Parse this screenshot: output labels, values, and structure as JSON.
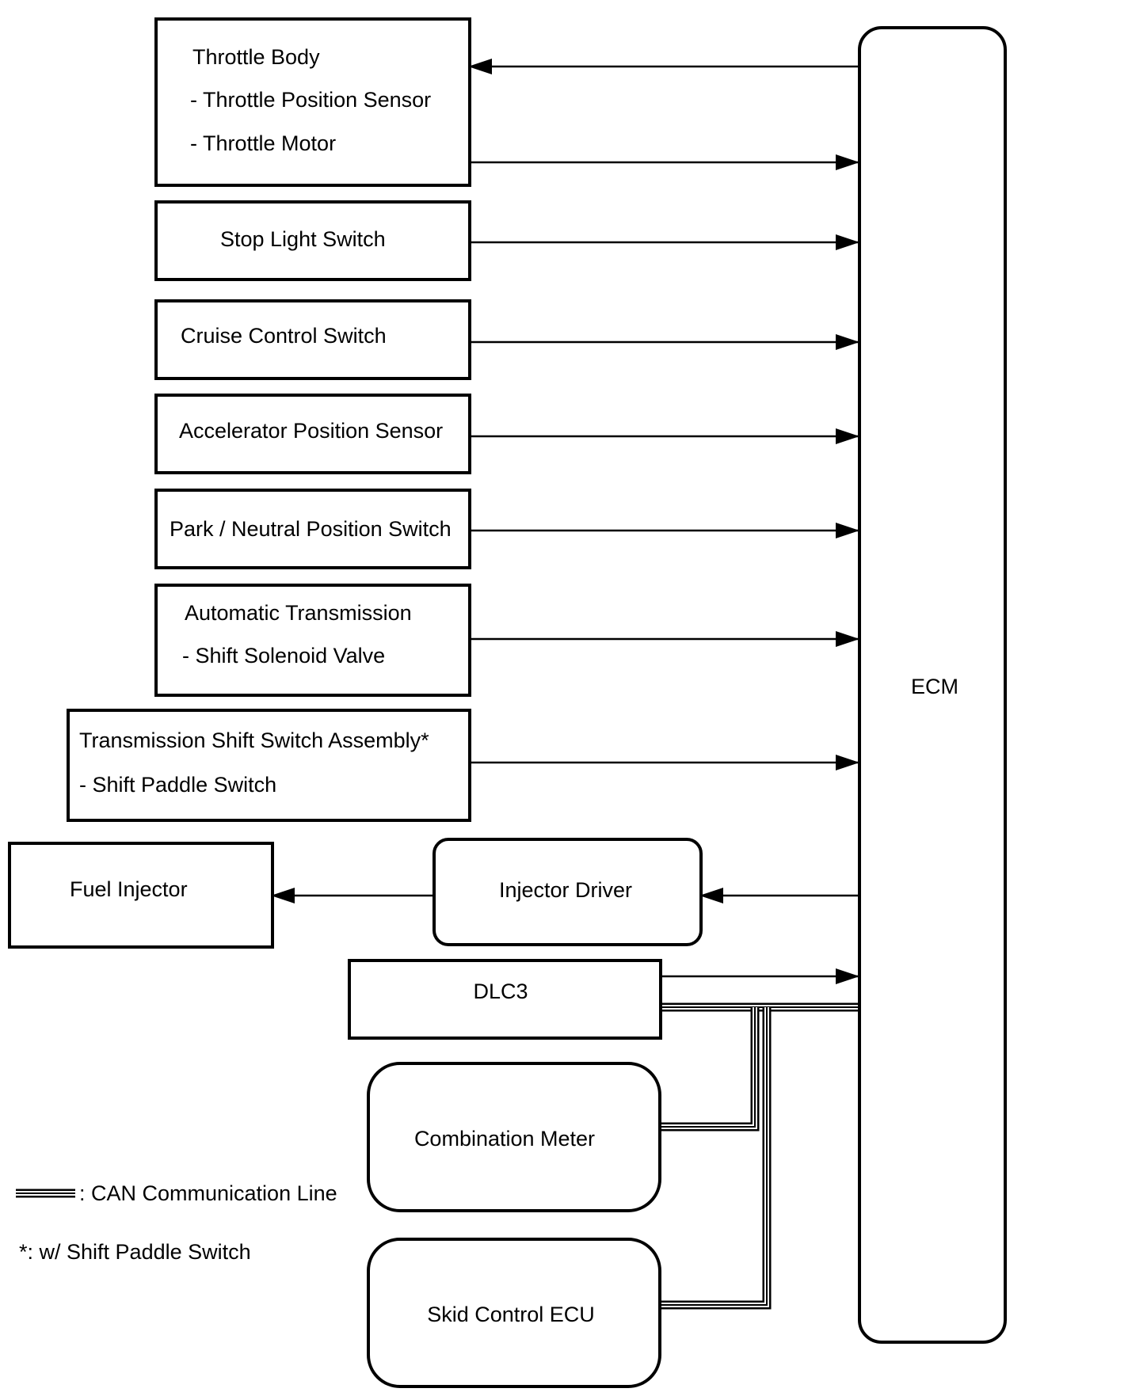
{
  "ecm": {
    "label": "ECM"
  },
  "components": {
    "throttle_body": {
      "title": "Throttle Body",
      "sub1": "- Throttle Position Sensor",
      "sub2": "- Throttle Motor"
    },
    "stop_light_switch": {
      "label": "Stop Light Switch"
    },
    "cruise_control_switch": {
      "label": "Cruise Control Switch"
    },
    "accelerator_position_sensor": {
      "label": "Accelerator Position Sensor"
    },
    "park_neutral_switch": {
      "label": "Park / Neutral Position Switch"
    },
    "automatic_transmission": {
      "title": "Automatic Transmission",
      "sub1": "- Shift Solenoid Valve"
    },
    "shift_switch_assembly": {
      "title": "Transmission Shift Switch Assembly*",
      "sub1": "- Shift Paddle Switch"
    },
    "fuel_injector": {
      "label": "Fuel Injector"
    },
    "injector_driver": {
      "label": "Injector Driver"
    },
    "dlc3": {
      "label": "DLC3"
    },
    "combination_meter": {
      "label": "Combination Meter"
    },
    "skid_control_ecu": {
      "label": "Skid Control ECU"
    }
  },
  "legend": {
    "can_line": ": CAN Communication Line",
    "footnote": "*: w/ Shift Paddle Switch"
  }
}
